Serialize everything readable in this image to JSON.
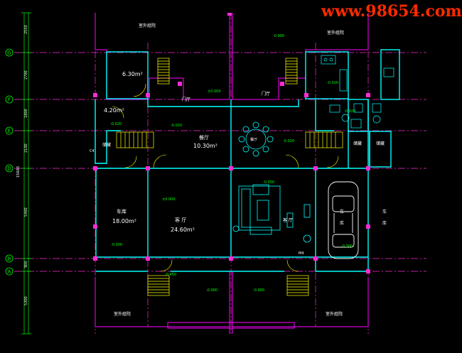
{
  "watermark": "www.98654.com",
  "axes": [
    "G",
    "F",
    "E",
    "D",
    "B",
    "A"
  ],
  "side_dims": [
    "2550",
    "2700",
    "1800",
    "2100",
    "5400",
    "900",
    "5300"
  ],
  "total_dim": "15600",
  "rooms": {
    "garden_top_left": "室外庭院",
    "garden_top_right": "室外庭院",
    "garden_bottom_left": "室外庭院",
    "garden_bottom_right": "室外庭院",
    "area_a": "6.30m²",
    "area_b": "4.20m²",
    "dining": "餐厅",
    "dining_area": "10.30m²",
    "dining_table": "餐厅",
    "storage_left": "储藏",
    "storage_right_1": "储藏",
    "storage_right_2": "储藏",
    "garage_left": "车库",
    "garage_left_area": "18.00m²",
    "living_left": "客 厅",
    "living_left_area": "24.60m²",
    "living_right": "客 厅",
    "garage_right_1": "车",
    "garage_right_2": "库",
    "garage_far_1": "车",
    "garage_far_2": "库",
    "foyer_left": "门厅",
    "foyer_right": "门厅",
    "code_c4": "C4",
    "code_m4": "M4"
  },
  "levels": [
    "-0.900",
    "±0.000",
    "-0.020",
    "-0.020",
    "-0.020",
    "-0.050",
    "±0.000",
    "-0.300",
    "-0.300",
    "-0.450",
    "-0.900",
    "-0.900",
    "-0.020",
    "-0.020"
  ],
  "colors": {
    "wall": "#00ffff",
    "grid": "#ff00ff",
    "dim": "#00ff00",
    "column": "#ff00ff",
    "stairs": "#ffff00",
    "furniture": "#00ffff"
  }
}
